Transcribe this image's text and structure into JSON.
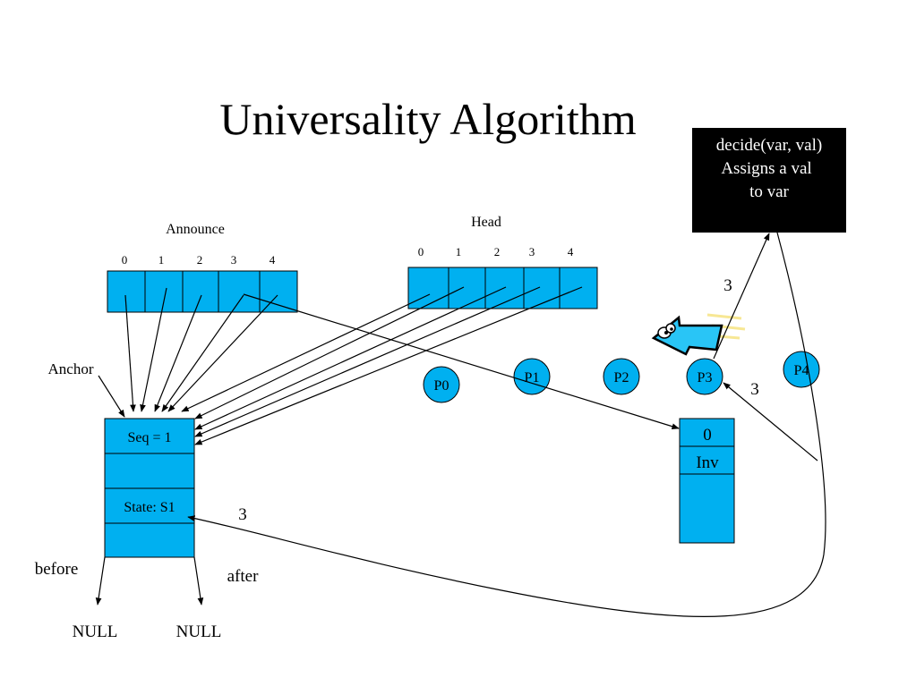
{
  "title": "Universality Algorithm",
  "colors": {
    "cell_fill": "#00b0f0",
    "stroke": "#000000",
    "note_bg": "#000000",
    "note_text": "#ffffff",
    "background": "#ffffff"
  },
  "note": {
    "lines": [
      "decide(var, val)",
      "Assigns a val",
      "to var"
    ]
  },
  "announce": {
    "label": "Announce",
    "indices": [
      "0",
      "1",
      "2",
      "3",
      "4"
    ]
  },
  "head": {
    "label": "Head",
    "indices": [
      "0",
      "1",
      "2",
      "3",
      "4"
    ]
  },
  "anchor": {
    "label": "Anchor",
    "cells": [
      "Seq = 1",
      "",
      "State: S1",
      ""
    ],
    "before_label": "before",
    "after_label": "after",
    "before_target": "NULL",
    "after_target": "NULL"
  },
  "new_node": {
    "cells": [
      "0",
      "Inv",
      ""
    ]
  },
  "processes": [
    "P0",
    "P1",
    "P2",
    "P3",
    "P4"
  ],
  "edge_labels": {
    "p3_to_decide": "3",
    "p4_to_p3": "3",
    "to_state": "3"
  },
  "icons": {
    "pointer": "cartoon-arrow-icon"
  }
}
